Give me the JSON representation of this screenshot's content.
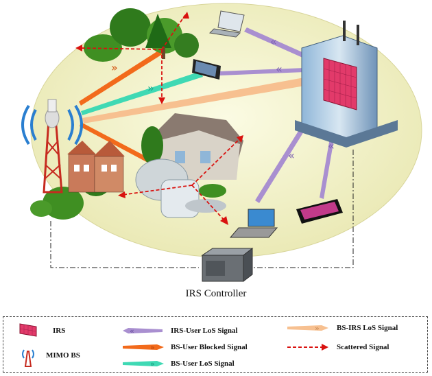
{
  "controller": {
    "label": "IRS Controller"
  },
  "legend": {
    "irs": "IRS",
    "mimo_bs": "MIMO BS",
    "irs_user_los": "IRS-User LoS Signal",
    "bs_user_blocked": "BS-User Blocked Signal",
    "bs_user_los": "BS-User LoS Signal",
    "bs_irs_los": "BS-IRS LoS Signal",
    "scattered": "Scattered Signal"
  },
  "colors": {
    "ground": "#f3f2c8",
    "irs_user_los": "#a98fd0",
    "bs_user_blocked": "#f26a1b",
    "bs_user_los": "#3fd9b4",
    "bs_irs_los": "#f7c090",
    "scattered": "#d9120f",
    "irs_panel": "#e23a6a",
    "tree": "#2f7a1c"
  }
}
